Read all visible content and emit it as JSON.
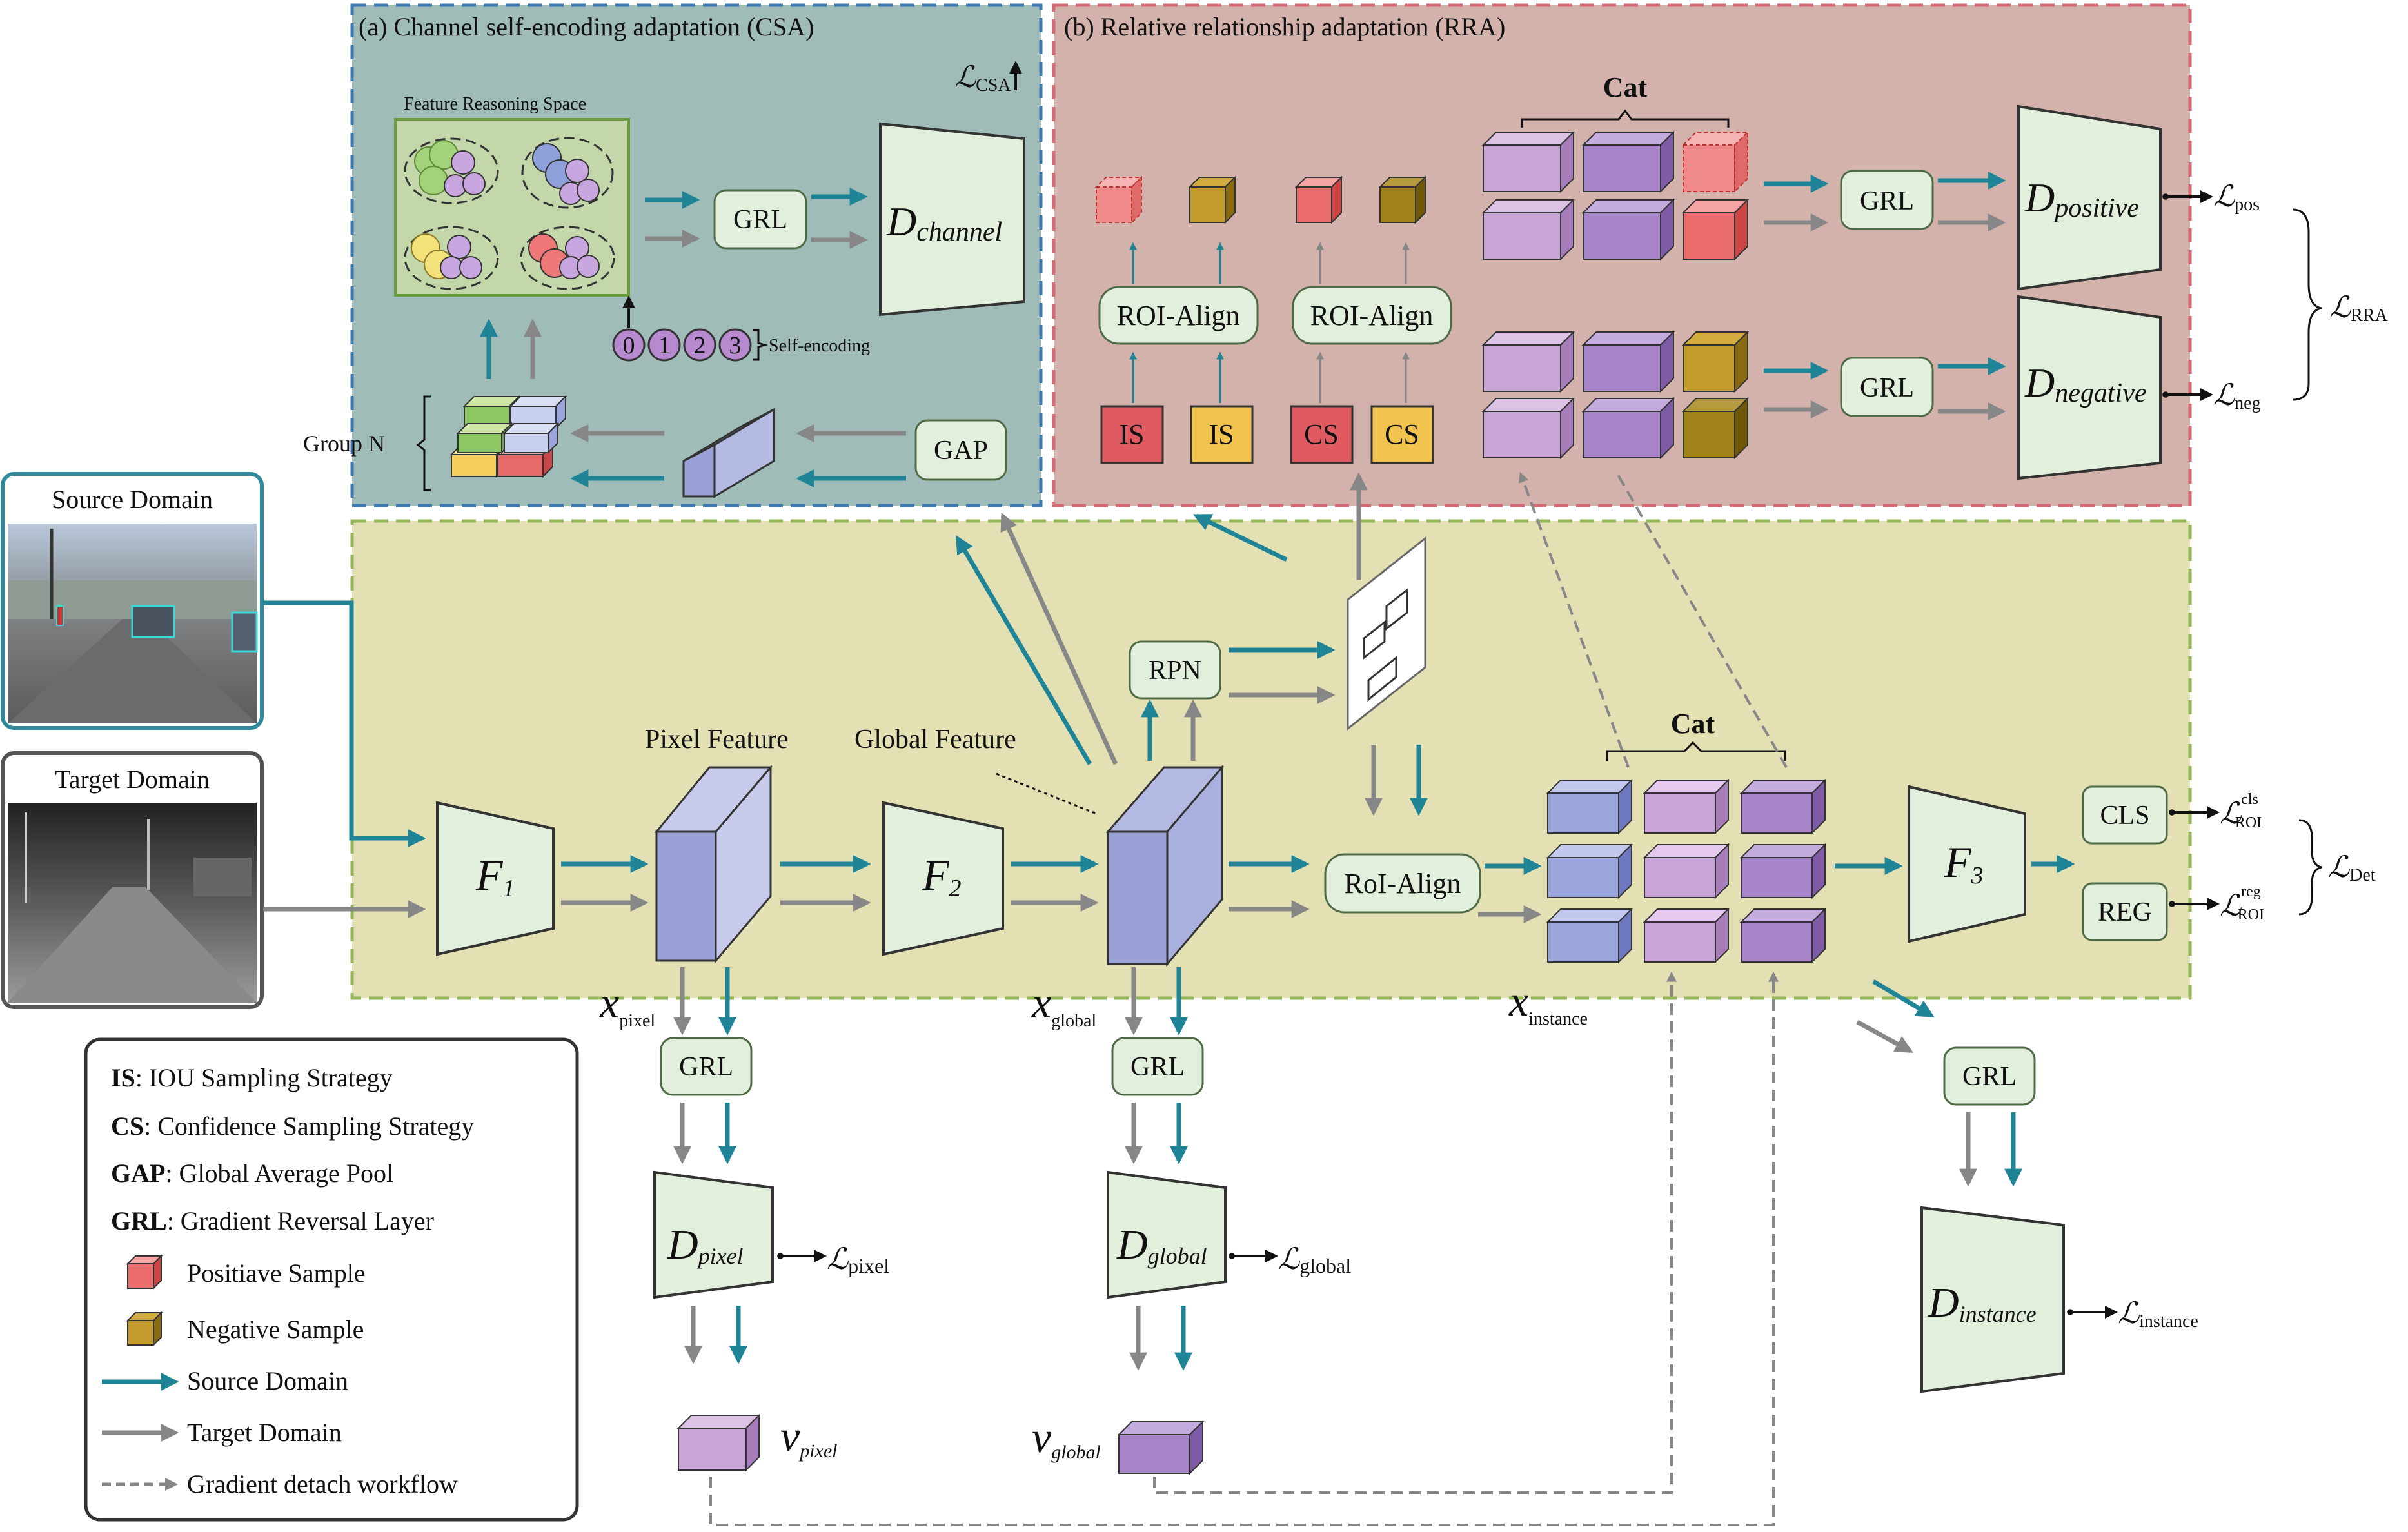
{
  "colors": {
    "source_arrow": "#1f8496",
    "target_arrow": "#878787",
    "csa_bg": "#9fbcb8",
    "csa_border": "#3d78b0",
    "rra_bg": "#d3b2ab",
    "rra_border": "#d46a74",
    "backbone_bg": "#e3e0b4",
    "backbone_border": "#97b55a",
    "module_fill": "#e2efdc",
    "module_border": "#4f6b46",
    "feature_front": "#9aa1d6",
    "feature_side": "#c7caea",
    "positive": "#e77070",
    "negative": "#b08a25",
    "is_box": "#e05a62",
    "cs_box": "#f2c24e",
    "purple_light": "#c9a4d6",
    "purple_mid": "#a885c8",
    "blue_cube": "#9aa5dc"
  },
  "csa": {
    "title": "(a) Channel self-encoding adaptation (CSA)",
    "loss": "ℒ",
    "loss_sub": "CSA",
    "reasoning_space": "Feature Reasoning Space",
    "grl": "GRL",
    "disc_main": "D",
    "disc_sub": "channel",
    "self_encoding": "Self-encoding",
    "codes": [
      "0",
      "1",
      "2",
      "3"
    ],
    "group_n": "Group N",
    "gap": "GAP"
  },
  "rra": {
    "title": "(b) Relative relationship adaptation (RRA)",
    "cat": "Cat",
    "roi_align_1": "ROI-Align",
    "roi_align_2": "ROI-Align",
    "is_1": "IS",
    "is_2": "IS",
    "cs_1": "CS",
    "cs_2": "CS",
    "grl_top": "GRL",
    "grl_bottom": "GRL",
    "d_pos_main": "D",
    "d_pos_sub": "positive",
    "d_neg_main": "D",
    "d_neg_sub": "negative",
    "loss_pos": "ℒ",
    "loss_pos_sub": "pos",
    "loss_neg": "ℒ",
    "loss_neg_sub": "neg",
    "loss_rra": "ℒ",
    "loss_rra_sub": "RRA"
  },
  "backbone": {
    "source_domain": "Source Domain",
    "target_domain": "Target Domain",
    "f1_main": "F",
    "f1_sub": "1",
    "f2_main": "F",
    "f2_sub": "2",
    "f3_main": "F",
    "f3_sub": "3",
    "pixel_feature": "Pixel Feature",
    "global_feature": "Global Feature",
    "rpn": "RPN",
    "roi_align": "RoI-Align",
    "cat": "Cat",
    "cls": "CLS",
    "reg": "REG",
    "loss_cls": "ℒ",
    "loss_cls_sup": "cls",
    "loss_cls_sub": "ROI",
    "loss_reg": "ℒ",
    "loss_reg_sup": "reg",
    "loss_reg_sub": "ROI",
    "loss_det": "ℒ",
    "loss_det_sub": "Det",
    "x_pixel": "x",
    "x_pixel_sub": "pixel",
    "x_global": "x",
    "x_global_sub": "global",
    "x_instance": "x",
    "x_instance_sub": "instance"
  },
  "bottom": {
    "grl_pixel": "GRL",
    "grl_global": "GRL",
    "grl_instance": "GRL",
    "d_pixel_main": "D",
    "d_pixel_sub": "pixel",
    "d_global_main": "D",
    "d_global_sub": "global",
    "d_instance_main": "D",
    "d_instance_sub": "instance",
    "loss_pixel": "ℒ",
    "loss_pixel_sub": "pixel",
    "loss_global": "ℒ",
    "loss_global_sub": "global",
    "loss_instance": "ℒ",
    "loss_instance_sub": "instance",
    "v_pixel": "v",
    "v_pixel_sub": "pixel",
    "v_global": "v",
    "v_global_sub": "global"
  },
  "legend": {
    "is_key": "IS",
    "is_text": ": IOU Sampling Strategy",
    "cs_key": "CS",
    "cs_text": ": Confidence Sampling Strategy",
    "gap_key": "GAP",
    "gap_text": ": Global Average Pool",
    "grl_key": "GRL",
    "grl_text": ": Gradient Reversal Layer",
    "positive": "Positiave Sample",
    "negative": "Negative Sample",
    "source": "Source Domain",
    "target": "Target  Domain",
    "detach": "Gradient detach workflow"
  }
}
